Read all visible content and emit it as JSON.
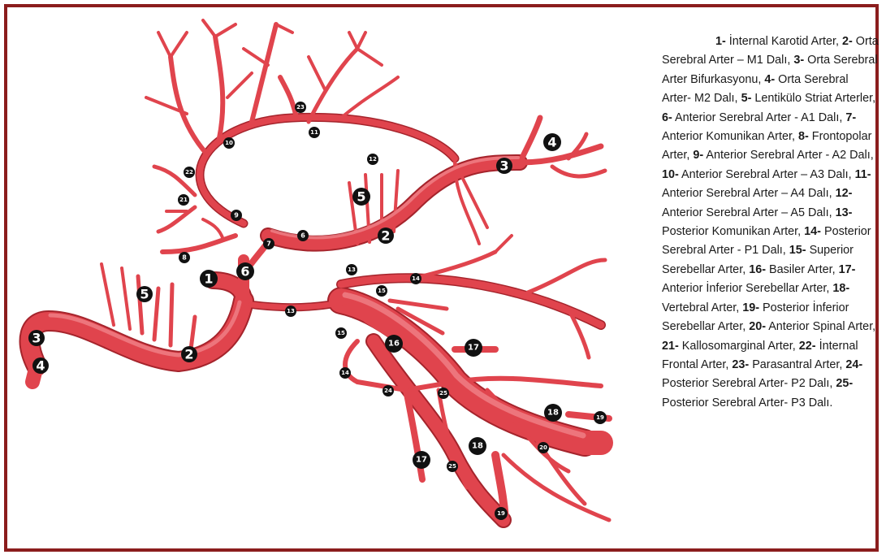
{
  "colors": {
    "frame": "#8b1d1d",
    "artery": "#e0444d",
    "artery_dark": "#b82a33",
    "artery_highlight": "#f28a90",
    "label_bg": "#111111",
    "label_text": "#ffffff"
  },
  "legend": [
    {
      "num": "1-",
      "text": " İnternal Karotid Arter, "
    },
    {
      "num": "2-",
      "text": " Orta Serebral Arter – M1 Dalı, "
    },
    {
      "num": "3-",
      "text": " Orta Serebral Arter Bifurkasyonu, "
    },
    {
      "num": "4-",
      "text": " Orta Serebral Arter- M2 Dalı, "
    },
    {
      "num": "5-",
      "text": " Lentikülo Striat Arterler, "
    },
    {
      "num": "6-",
      "text": " Anterior Serebral Arter - A1 Dalı, "
    },
    {
      "num": "7-",
      "text": " Anterior Komunikan Arter, "
    },
    {
      "num": "8-",
      "text": " Frontopolar Arter, "
    },
    {
      "num": "9-",
      "text": " Anterior Serebral Arter - A2 Dalı, "
    },
    {
      "num": "10-",
      "text": " Anterior Serebral Arter – A3 Dalı, "
    },
    {
      "num": "11-",
      "text": " Anterior Serebral Arter – A4 Dalı, "
    },
    {
      "num": "12-",
      "text": " Anterior Serebral Arter – A5 Dalı, "
    },
    {
      "num": "13-",
      "text": " Posterior Komunikan Arter, "
    },
    {
      "num": "14-",
      "text": " Posterior Serebral Arter - P1 Dalı, "
    },
    {
      "num": "15-",
      "text": " Superior Serebellar Arter, "
    },
    {
      "num": "16-",
      "text": " Basiler Arter, "
    },
    {
      "num": "17-",
      "text": " Anterior İnferior Serebellar Arter, "
    },
    {
      "num": "18-",
      "text": " Vertebral Arter, "
    },
    {
      "num": "19-",
      "text": " Posterior İnferior Serebellar Arter, "
    },
    {
      "num": "20-",
      "text": " Anterior Spinal Arter, "
    },
    {
      "num": "21-",
      "text": " Kallosomarginal Arter, "
    },
    {
      "num": "22-",
      "text": " İnternal Frontal Arter, "
    },
    {
      "num": "23-",
      "text": " Parasantral Arter, "
    },
    {
      "num": "24-",
      "text": " Posterior Serebral Arter- P2 Dalı, "
    },
    {
      "num": "25-",
      "text": " Posterior Serebral Arter- P3 Dalı."
    }
  ],
  "diagram_labels": {
    "l1a": "1",
    "l2a": "2",
    "l3a": "3",
    "l4a": "4",
    "l5a": "5",
    "l1b": "1",
    "l2b": "2",
    "l3b": "3",
    "l4b": "4",
    "l5b": "5",
    "l6a": "6",
    "l6b": "6",
    "l7": "7",
    "l8": "8",
    "l9": "9",
    "l10": "10",
    "l11": "11",
    "l12": "12",
    "l13a": "13",
    "l13b": "13",
    "l14a": "14",
    "l14b": "14",
    "l15a": "15",
    "l15b": "15",
    "l16": "16",
    "l17a": "17",
    "l17b": "17",
    "l18a": "18",
    "l18b": "18",
    "l19a": "19",
    "l19b": "19",
    "l20": "20",
    "l21": "21",
    "l22": "22",
    "l23": "23",
    "l24": "24",
    "l25a": "25",
    "l25b": "25"
  }
}
